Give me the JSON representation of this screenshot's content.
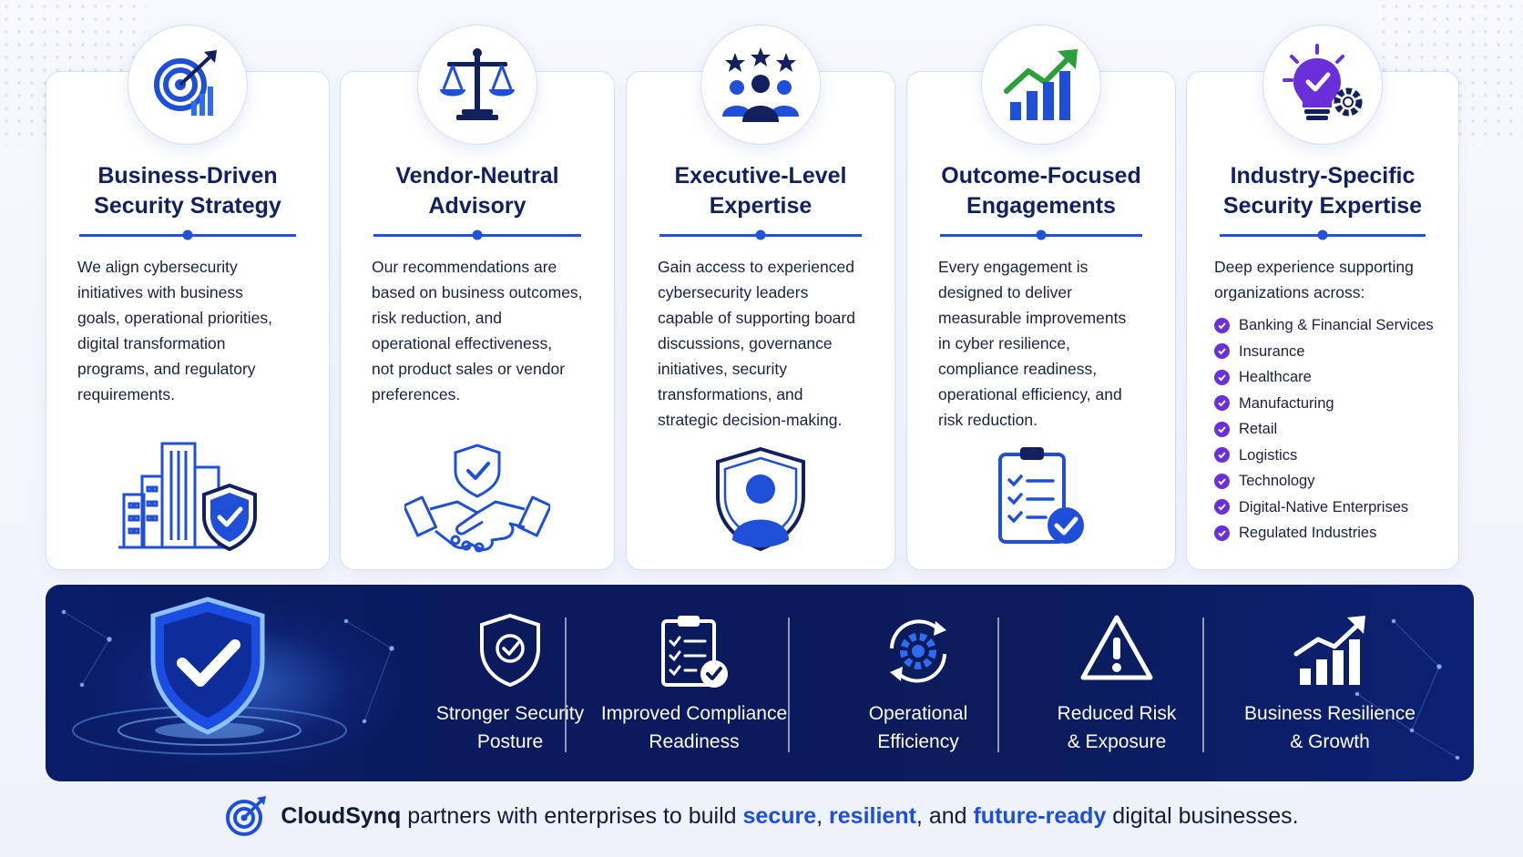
{
  "cards": [
    {
      "title_line1": "Business-Driven",
      "title_line2": "Security Strategy",
      "icon": "target-chart-icon",
      "body": [
        "We align cybersecurity",
        "initiatives with business",
        "goals, operational priorities,",
        "digital transformation",
        "programs, and regulatory",
        "requirements."
      ],
      "illustration": "buildings-shield-icon"
    },
    {
      "title_line1": "Vendor-Neutral",
      "title_line2": "Advisory",
      "icon": "scales-icon",
      "body": [
        "Our recommendations are",
        "based on business outcomes,",
        "risk reduction, and",
        "operational effectiveness,",
        "not product sales or vendor",
        "preferences."
      ],
      "illustration": "handshake-shield-icon"
    },
    {
      "title_line1": "Executive-Level",
      "title_line2": "Expertise",
      "icon": "stars-team-icon",
      "body": [
        "Gain access to experienced",
        "cybersecurity leaders",
        "capable of supporting board",
        "discussions, governance",
        "initiatives, security",
        "transformations, and",
        "strategic decision-making."
      ],
      "illustration": "person-shield-icon"
    },
    {
      "title_line1": "Outcome-Focused",
      "title_line2": "Engagements",
      "icon": "growth-chart-icon",
      "body": [
        "Every engagement is",
        "designed to deliver",
        "measurable improvements",
        "in cyber resilience,",
        "compliance readiness,",
        "operational efficiency, and",
        "risk reduction."
      ],
      "illustration": "checklist-icon"
    },
    {
      "title_line1": "Industry-Specific",
      "title_line2": "Security Expertise",
      "icon": "lightbulb-gear-icon",
      "body": [
        "Deep experience supporting",
        "organizations across:"
      ],
      "industries": [
        "Banking & Financial Services",
        "Insurance",
        "Healthcare",
        "Manufacturing",
        "Retail",
        "Logistics",
        "Technology",
        "Digital-Native Enterprises",
        "Regulated Industries"
      ]
    }
  ],
  "banner": {
    "hero_icon": "glowing-shield-check-icon",
    "items": [
      {
        "line1": "Stronger Security",
        "line2": "Posture",
        "icon": "shield-check-icon"
      },
      {
        "line1": "Improved Compliance",
        "line2": "Readiness",
        "icon": "clipboard-check-icon"
      },
      {
        "line1": "Operational",
        "line2": "Efficiency",
        "icon": "gear-cycle-icon"
      },
      {
        "line1": "Reduced Risk",
        "line2": "& Exposure",
        "icon": "warning-icon"
      },
      {
        "line1": "Business Resilience",
        "line2": "& Growth",
        "icon": "growth-chart-icon"
      }
    ]
  },
  "footer": {
    "brand": "CloudSynq",
    "text1": " partners with enterprises to build ",
    "hl1": "secure",
    "sep1": ", ",
    "hl2": "resilient",
    "text2": ", and ",
    "hl3": "future-ready",
    "text3": " digital businesses."
  },
  "colors": {
    "accent": "#2153d8",
    "navy": "#13205e",
    "purple": "#6a2fd8",
    "green": "#2e9e3a",
    "banner": "#0a1a5c"
  }
}
